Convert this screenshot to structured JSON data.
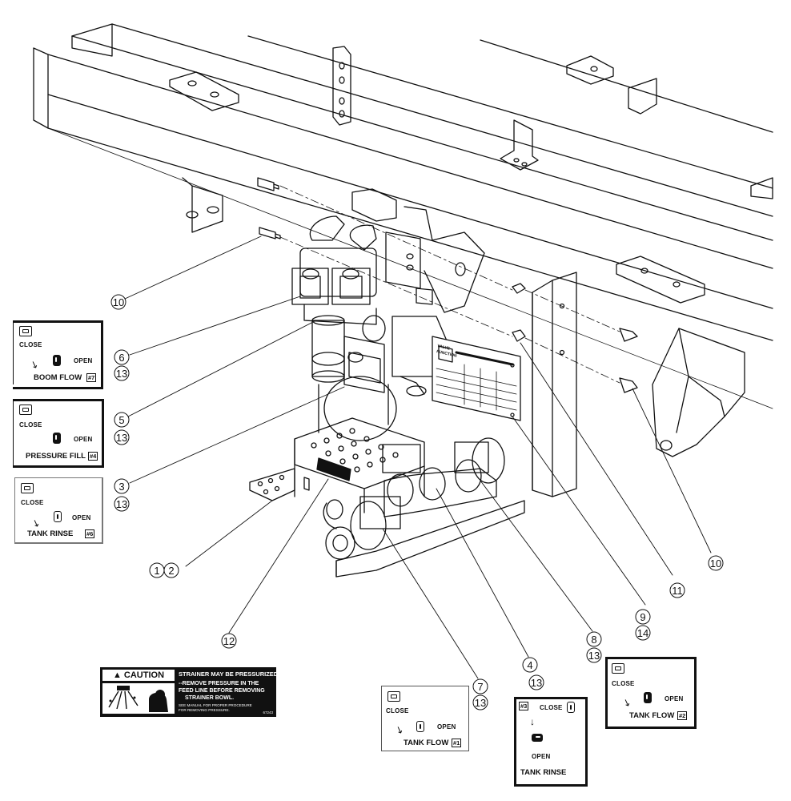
{
  "callouts": [
    "10",
    "6",
    "13",
    "5",
    "13",
    "3",
    "13",
    "1",
    "2",
    "12",
    "7",
    "13",
    "4",
    "13",
    "8",
    "13",
    "9",
    "14",
    "11",
    "10"
  ],
  "decals": {
    "boom_flow": {
      "close": "CLOSE",
      "open": "OPEN",
      "title": "BOOM FLOW",
      "num": "#7"
    },
    "pressure_fill": {
      "close": "CLOSE",
      "open": "OPEN",
      "title": "PRESSURE FILL",
      "num": "#4"
    },
    "tank_rinse_6": {
      "close": "CLOSE",
      "open": "OPEN",
      "title": "TANK RINSE",
      "num": "#6"
    },
    "tank_flow_1": {
      "close": "CLOSE",
      "open": "OPEN",
      "title": "TANK FLOW",
      "num": "#1"
    },
    "tank_rinse_3": {
      "close": "CLOSE",
      "open": "OPEN",
      "title": "TANK RINSE",
      "num": "#3"
    },
    "tank_flow_2": {
      "close": "CLOSE",
      "open": "OPEN",
      "title": "TANK FLOW",
      "num": "#2"
    }
  },
  "caution": {
    "header": "CAUTION",
    "line1": "STRAINER MAY BE PRESSURIZED.",
    "line2": "--REMOVE PRESSURE IN THE",
    "line3": "FEED LINE BEFORE REMOVING",
    "line4": "STRAINER BOWL.",
    "line5": "SEE MANUAL FOR PROPER PROCEDURE",
    "line6": "FOR REMOVING PRESSURE.",
    "code": "67243"
  },
  "plate_label": {
    "title_l1": "VALVE",
    "title_l2": "FUNCTION"
  }
}
